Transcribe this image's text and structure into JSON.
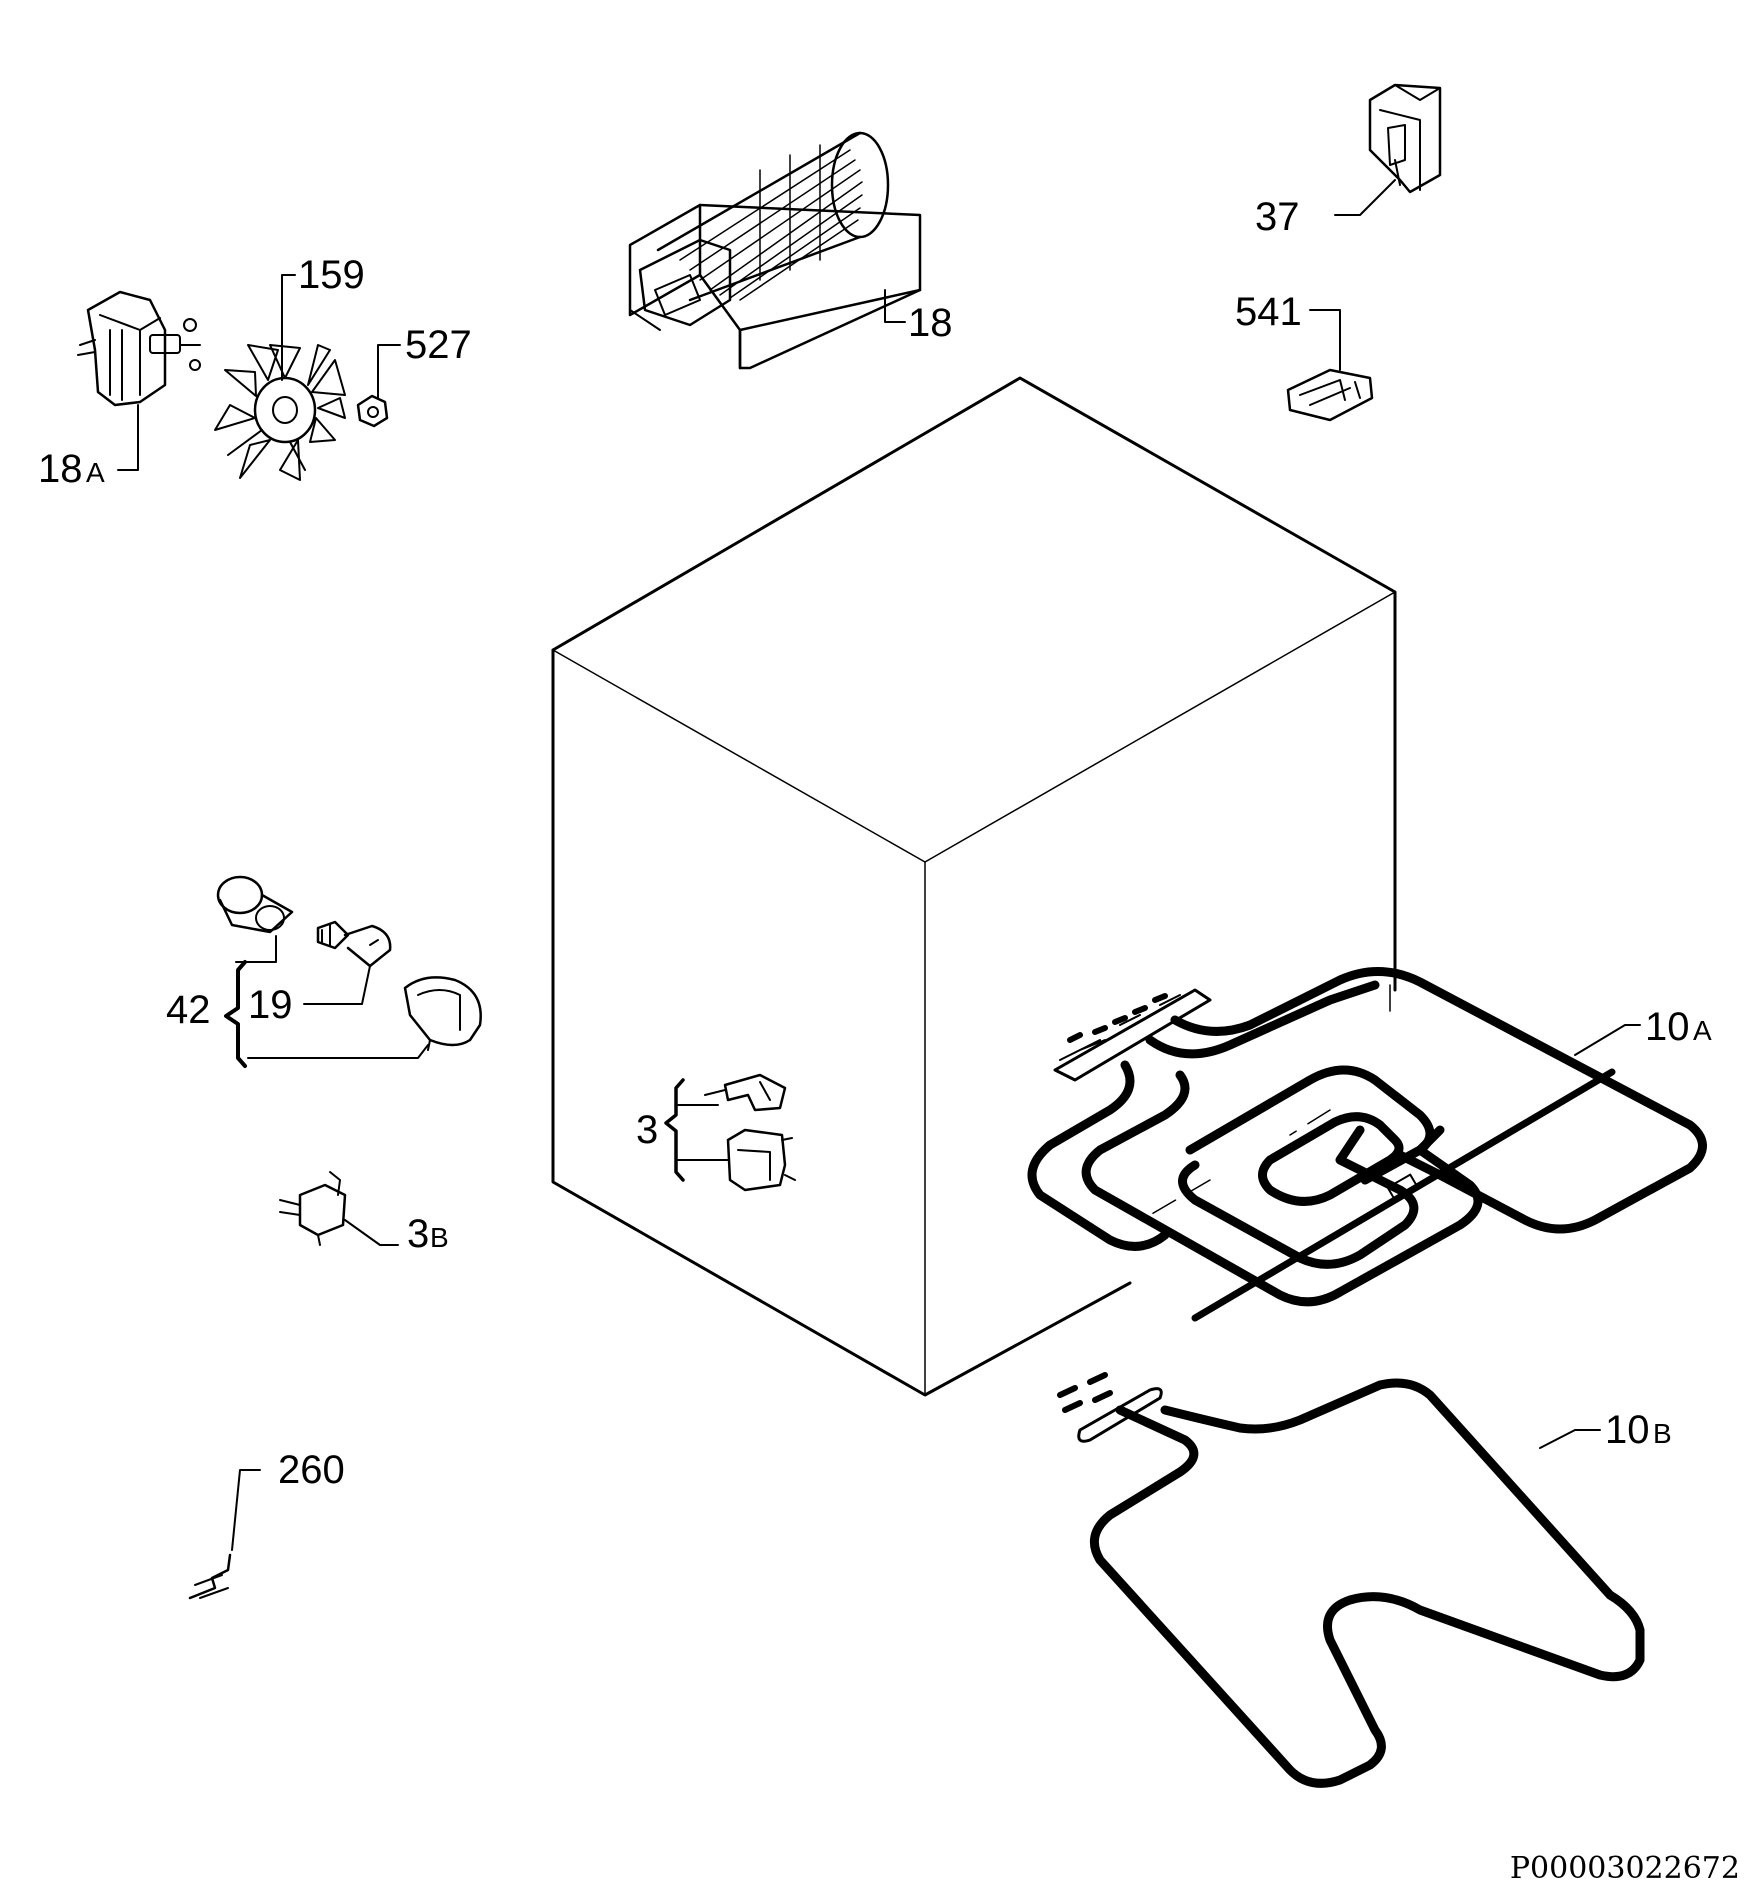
{
  "labels": {
    "p159": "159",
    "p527": "527",
    "p18": "18",
    "p18a_num": "18",
    "p18a_suf": "A",
    "p37": "37",
    "p541": "541",
    "p42": "42",
    "p19": "19",
    "p3": "3",
    "p3b_num": "3",
    "p3b_suf": "B",
    "p10a_num": "10",
    "p10a_suf": "A",
    "p10b_num": "10",
    "p10b_suf": "B",
    "p260": "260"
  },
  "doc_id": "P00003022672"
}
